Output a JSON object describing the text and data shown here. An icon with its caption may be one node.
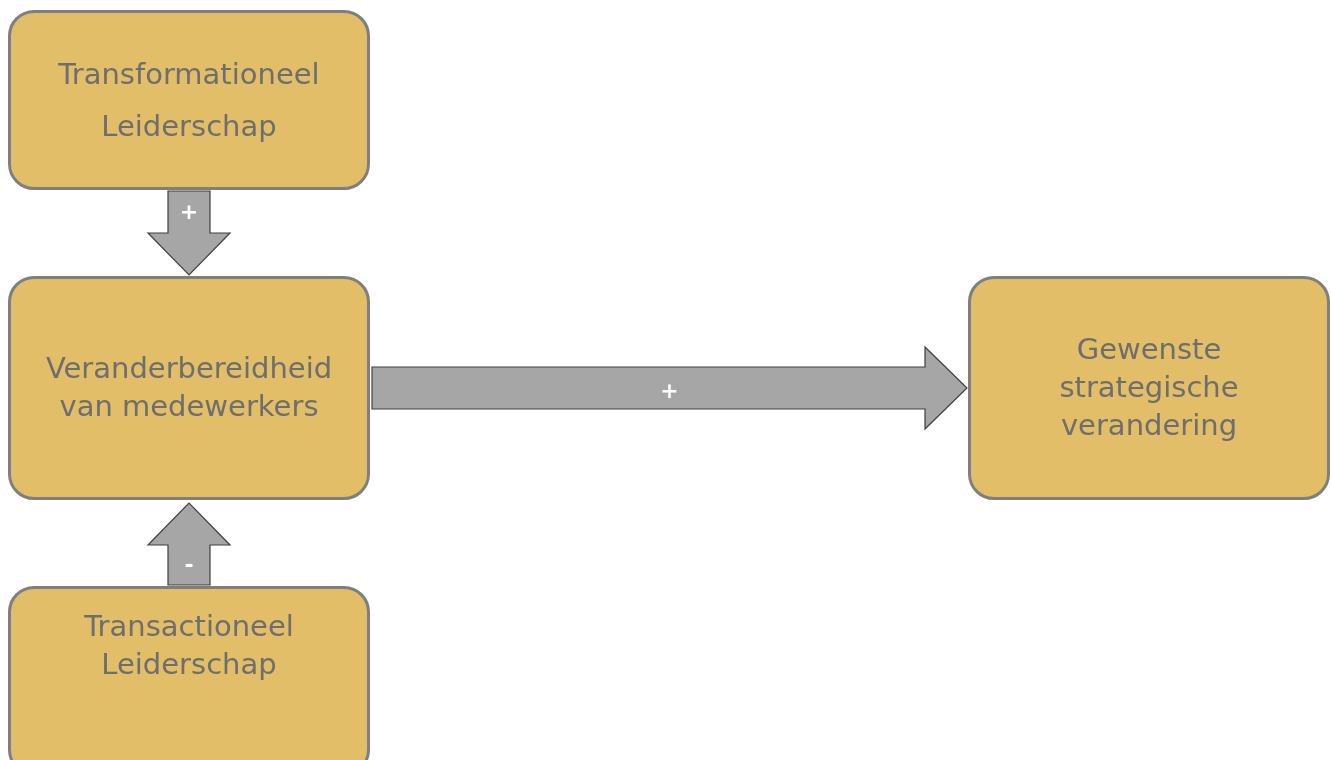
{
  "diagram": {
    "nodes": [
      {
        "text": [
          "Transformationeel Leiderschap"
        ]
      },
      {
        "text": [
          "Veranderbereidheid van medewerkers"
        ]
      },
      {
        "text": [
          "Transactioneel Leiderschap"
        ]
      },
      {
        "text": [
          "Gewenste strategische verandering"
        ]
      }
    ],
    "edges": [
      {
        "from": 0,
        "to": 1,
        "arrow": "to",
        "label": "+"
      },
      {
        "from": 2,
        "to": 1,
        "arrow": "to",
        "label": "-"
      },
      {
        "from": 1,
        "to": 3,
        "arrow": "to",
        "label": "+"
      }
    ]
  }
}
